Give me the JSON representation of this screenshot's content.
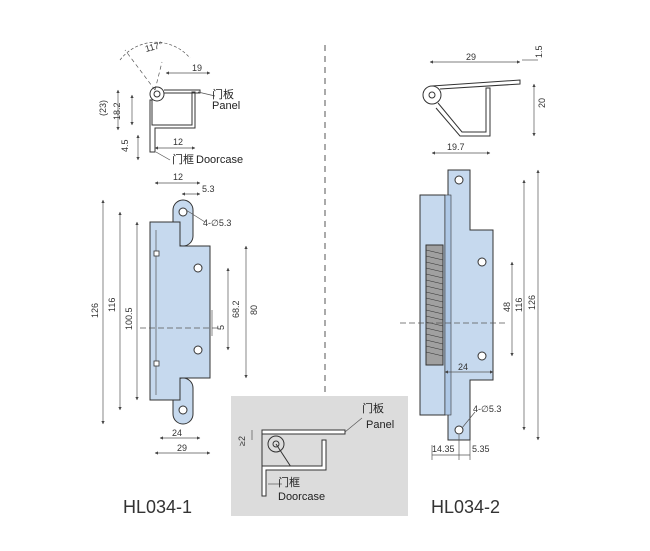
{
  "models": {
    "left": "HL034-1",
    "right": "HL034-2"
  },
  "labels": {
    "panel_cn": "门板",
    "panel_en": "Panel",
    "doorcase_cn": "门框",
    "doorcase_en": "Doorcase",
    "hole_left": "4-∅5.3",
    "hole_right": "4-∅5.3"
  },
  "left_top_view": {
    "angle": "117°",
    "d19": "19",
    "d23": "(23)",
    "d18_2": "18.2",
    "d12": "12",
    "d4_5": "4.5"
  },
  "left_front_view": {
    "d12": "12",
    "d5_3": "5.3",
    "d126": "126",
    "d116": "116",
    "d100_5": "100.5",
    "d68_2": "68.2",
    "d80": "80",
    "d5": "5",
    "d24": "24",
    "d29": "29"
  },
  "detail_view": {
    "d2": "≥2"
  },
  "right_top_view": {
    "d29": "29",
    "d1_5": "1.5",
    "d20": "20",
    "d19_7": "19.7"
  },
  "right_front_view": {
    "d48": "48",
    "d116": "116",
    "d126": "126",
    "d24": "24",
    "d14_35": "14.35",
    "d5_35": "5.35"
  },
  "colors": {
    "part_fill": "#c6d9ee",
    "detail_bg": "#dcdcdc",
    "divider": "#555555"
  }
}
